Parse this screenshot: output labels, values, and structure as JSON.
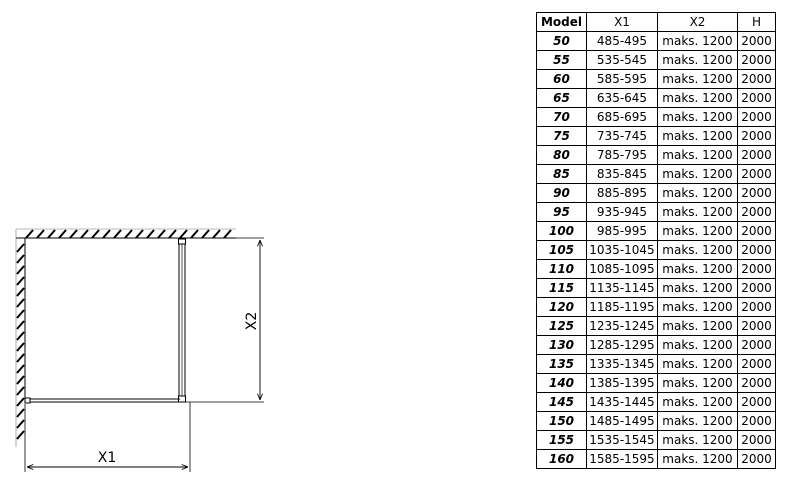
{
  "drawing": {
    "x1_label": "X1",
    "x2_label": "X2"
  },
  "table": {
    "headers": [
      "Model",
      "X1",
      "X2",
      "H"
    ],
    "rows": [
      [
        "50",
        "485-495",
        "maks. 1200",
        "2000"
      ],
      [
        "55",
        "535-545",
        "maks. 1200",
        "2000"
      ],
      [
        "60",
        "585-595",
        "maks. 1200",
        "2000"
      ],
      [
        "65",
        "635-645",
        "maks. 1200",
        "2000"
      ],
      [
        "70",
        "685-695",
        "maks. 1200",
        "2000"
      ],
      [
        "75",
        "735-745",
        "maks. 1200",
        "2000"
      ],
      [
        "80",
        "785-795",
        "maks. 1200",
        "2000"
      ],
      [
        "85",
        "835-845",
        "maks. 1200",
        "2000"
      ],
      [
        "90",
        "885-895",
        "maks. 1200",
        "2000"
      ],
      [
        "95",
        "935-945",
        "maks. 1200",
        "2000"
      ],
      [
        "100",
        "985-995",
        "maks. 1200",
        "2000"
      ],
      [
        "105",
        "1035-1045",
        "maks. 1200",
        "2000"
      ],
      [
        "110",
        "1085-1095",
        "maks. 1200",
        "2000"
      ],
      [
        "115",
        "1135-1145",
        "maks. 1200",
        "2000"
      ],
      [
        "120",
        "1185-1195",
        "maks. 1200",
        "2000"
      ],
      [
        "125",
        "1235-1245",
        "maks. 1200",
        "2000"
      ],
      [
        "130",
        "1285-1295",
        "maks. 1200",
        "2000"
      ],
      [
        "135",
        "1335-1345",
        "maks. 1200",
        "2000"
      ],
      [
        "140",
        "1385-1395",
        "maks. 1200",
        "2000"
      ],
      [
        "145",
        "1435-1445",
        "maks. 1200",
        "2000"
      ],
      [
        "150",
        "1485-1495",
        "maks. 1200",
        "2000"
      ],
      [
        "155",
        "1535-1545",
        "maks. 1200",
        "2000"
      ],
      [
        "160",
        "1585-1595",
        "maks. 1200",
        "2000"
      ]
    ]
  }
}
